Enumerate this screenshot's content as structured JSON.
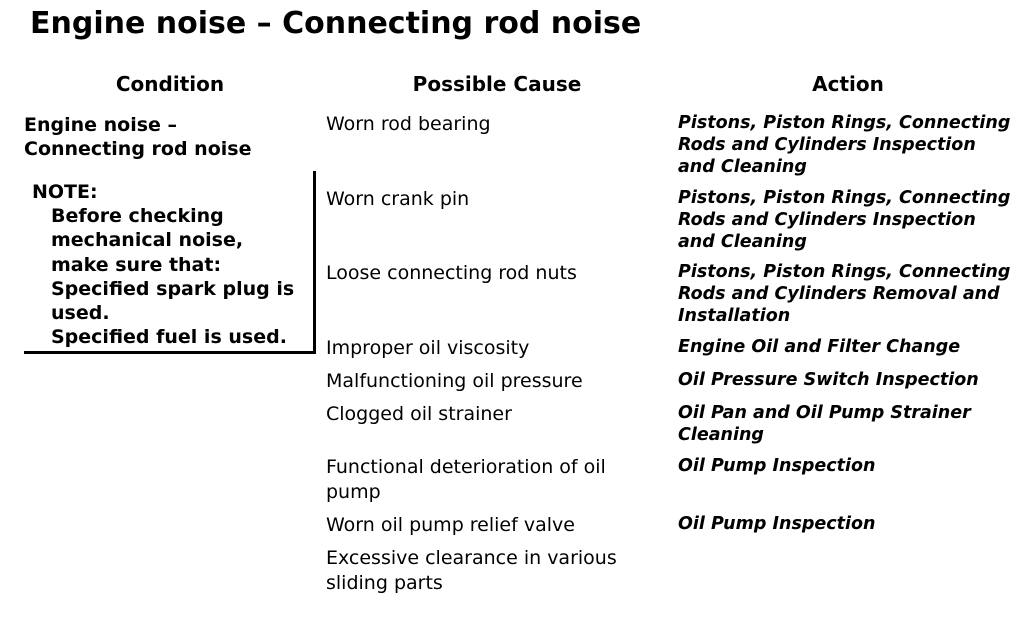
{
  "title": "Engine noise – Connecting rod noise",
  "headers": {
    "condition": "Condition",
    "cause": "Possible Cause",
    "action": "Action"
  },
  "condition": {
    "line1": "Engine noise –",
    "line2": "Connecting rod noise"
  },
  "note": {
    "title": "NOTE:",
    "lines": [
      "Before checking",
      "mechanical noise,",
      "make sure that:",
      "Specified spark plug is",
      "used.",
      "Specified fuel is used."
    ]
  },
  "rows": [
    {
      "cause": [
        "Worn rod bearing"
      ],
      "action": [
        "Pistons, Piston Rings, Connecting",
        "Rods and Cylinders Inspection",
        "and Cleaning"
      ]
    },
    {
      "cause": [
        "Worn crank pin"
      ],
      "action": [
        "Pistons, Piston Rings, Connecting",
        "Rods and Cylinders Inspection",
        "and Cleaning"
      ]
    },
    {
      "cause": [
        "Loose connecting rod nuts"
      ],
      "action": [
        "Pistons, Piston Rings, Connecting",
        "Rods and Cylinders Removal and",
        "Installation"
      ]
    },
    {
      "cause": [
        "Improper oil viscosity"
      ],
      "action": [
        "Engine Oil and Filter Change"
      ]
    },
    {
      "cause": [
        "Malfunctioning oil pressure"
      ],
      "action": [
        "Oil Pressure Switch Inspection"
      ]
    },
    {
      "cause": [
        "Clogged oil strainer"
      ],
      "action": [
        "Oil Pan and Oil Pump Strainer",
        "Cleaning"
      ]
    },
    {
      "cause": [
        "Functional deterioration of oil",
        "pump"
      ],
      "action": [
        "Oil Pump Inspection"
      ]
    },
    {
      "cause": [
        "Worn oil pump relief valve"
      ],
      "action": [
        "Oil Pump Inspection"
      ]
    },
    {
      "cause": [
        "Excessive clearance in various",
        "sliding parts"
      ],
      "action": []
    }
  ]
}
